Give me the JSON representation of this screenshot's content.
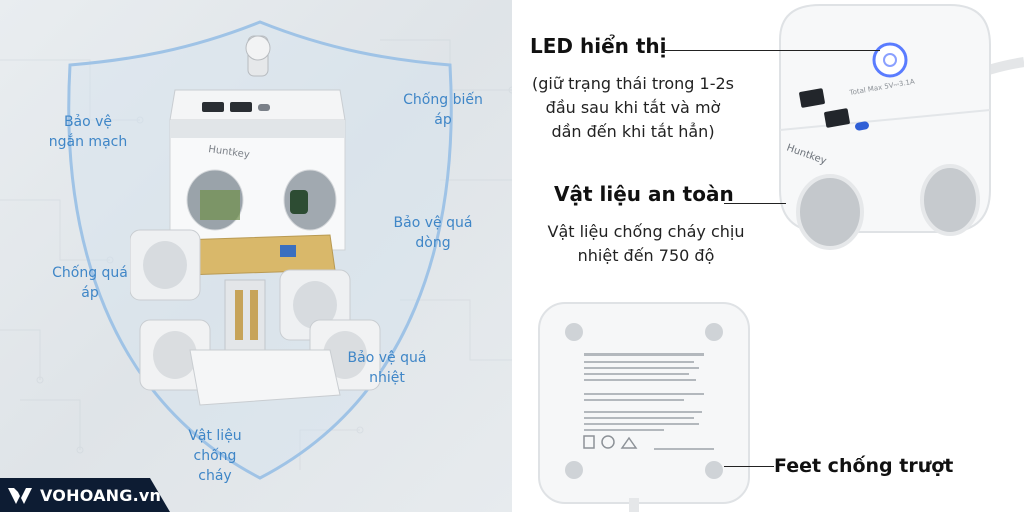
{
  "left_panel": {
    "features": {
      "short_circuit": "Bảo vệ\nngắn mạch",
      "surge": "Chống biến\náp",
      "overcurrent": "Bảo vệ quá\ndòng",
      "overvoltage": "Chống quá\náp",
      "overheat": "Bảo vệ quá\nnhiệt",
      "fireproof": "Vật liệu\nchống\ncháy"
    },
    "product_brand_print": "Huntkey"
  },
  "right_panel": {
    "led": {
      "title": "LED hiển thị",
      "description": "(giữ trạng thái trong 1-2s\nđầu sau khi tắt và mờ\ndần đến khi tắt hẳn)"
    },
    "material": {
      "title": "Vật liệu an toàn",
      "description": "Vật liệu chống cháy chịu\nnhiệt đến 750 độ"
    },
    "feet": {
      "title": "Feet chống trượt"
    },
    "device_print": {
      "rating": "Total Max 5V⎓3.1A",
      "brand": "Huntkey"
    }
  },
  "brand": {
    "logo_text": "VOHOANG.vn",
    "logo_icon": "vh-logo-icon"
  },
  "colors": {
    "feature_label": "#3f86c7",
    "brand_bg": "#0d1c33",
    "led_ring": "#5a7cff"
  }
}
